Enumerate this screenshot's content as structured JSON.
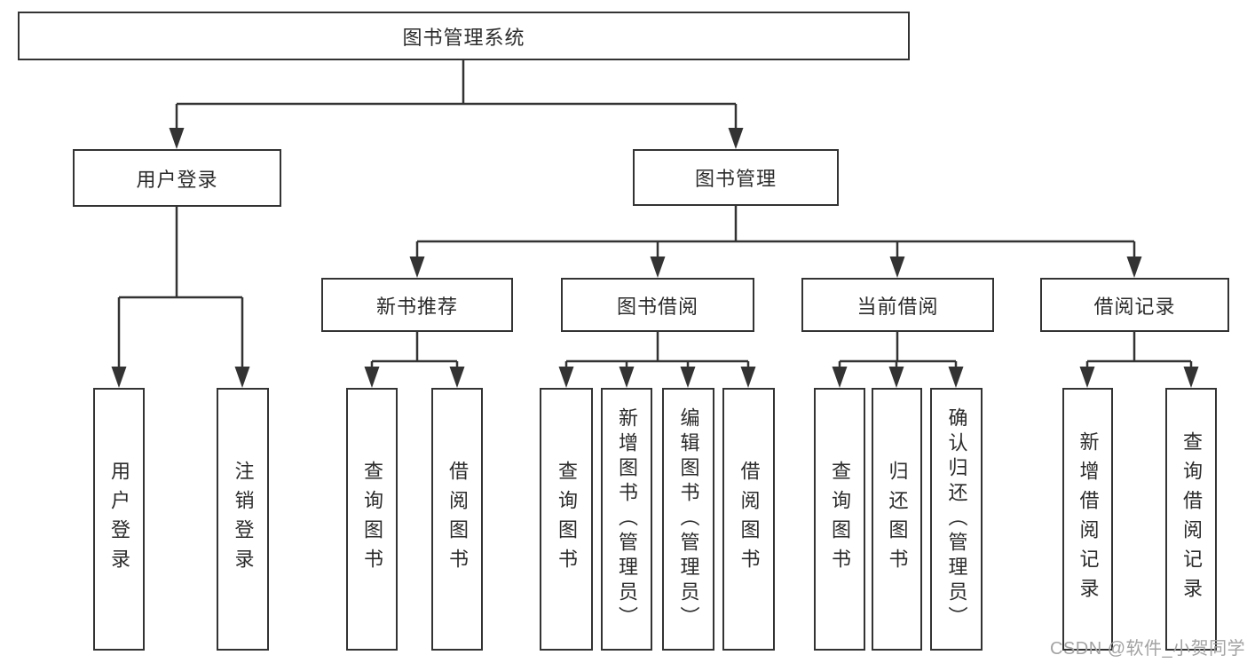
{
  "tree": {
    "label": "图书管理系统",
    "children": [
      {
        "label": "用户登录",
        "children": [
          {
            "label": "用户登录"
          },
          {
            "label": "注销登录"
          }
        ]
      },
      {
        "label": "图书管理",
        "children": [
          {
            "label": "新书推荐",
            "children": [
              {
                "label": "查询图书"
              },
              {
                "label": "借阅图书"
              }
            ]
          },
          {
            "label": "图书借阅",
            "children": [
              {
                "label": "查询图书"
              },
              {
                "label": "新增图书（管理员）"
              },
              {
                "label": "编辑图书（管理员）"
              },
              {
                "label": "借阅图书"
              }
            ]
          },
          {
            "label": "当前借阅",
            "children": [
              {
                "label": "查询图书"
              },
              {
                "label": "归还图书"
              },
              {
                "label": "确认归还（管理员）"
              }
            ]
          },
          {
            "label": "借阅记录",
            "children": [
              {
                "label": "新增借阅记录"
              },
              {
                "label": "查询借阅记录"
              }
            ]
          }
        ]
      }
    ]
  },
  "watermark": "CSDN @软件_小贺同学",
  "colors": {
    "line": "#333333",
    "text": "#2b2b2b",
    "box_fill": "#ffffff",
    "background": "#ffffff",
    "watermark": "#a3a3a3"
  }
}
